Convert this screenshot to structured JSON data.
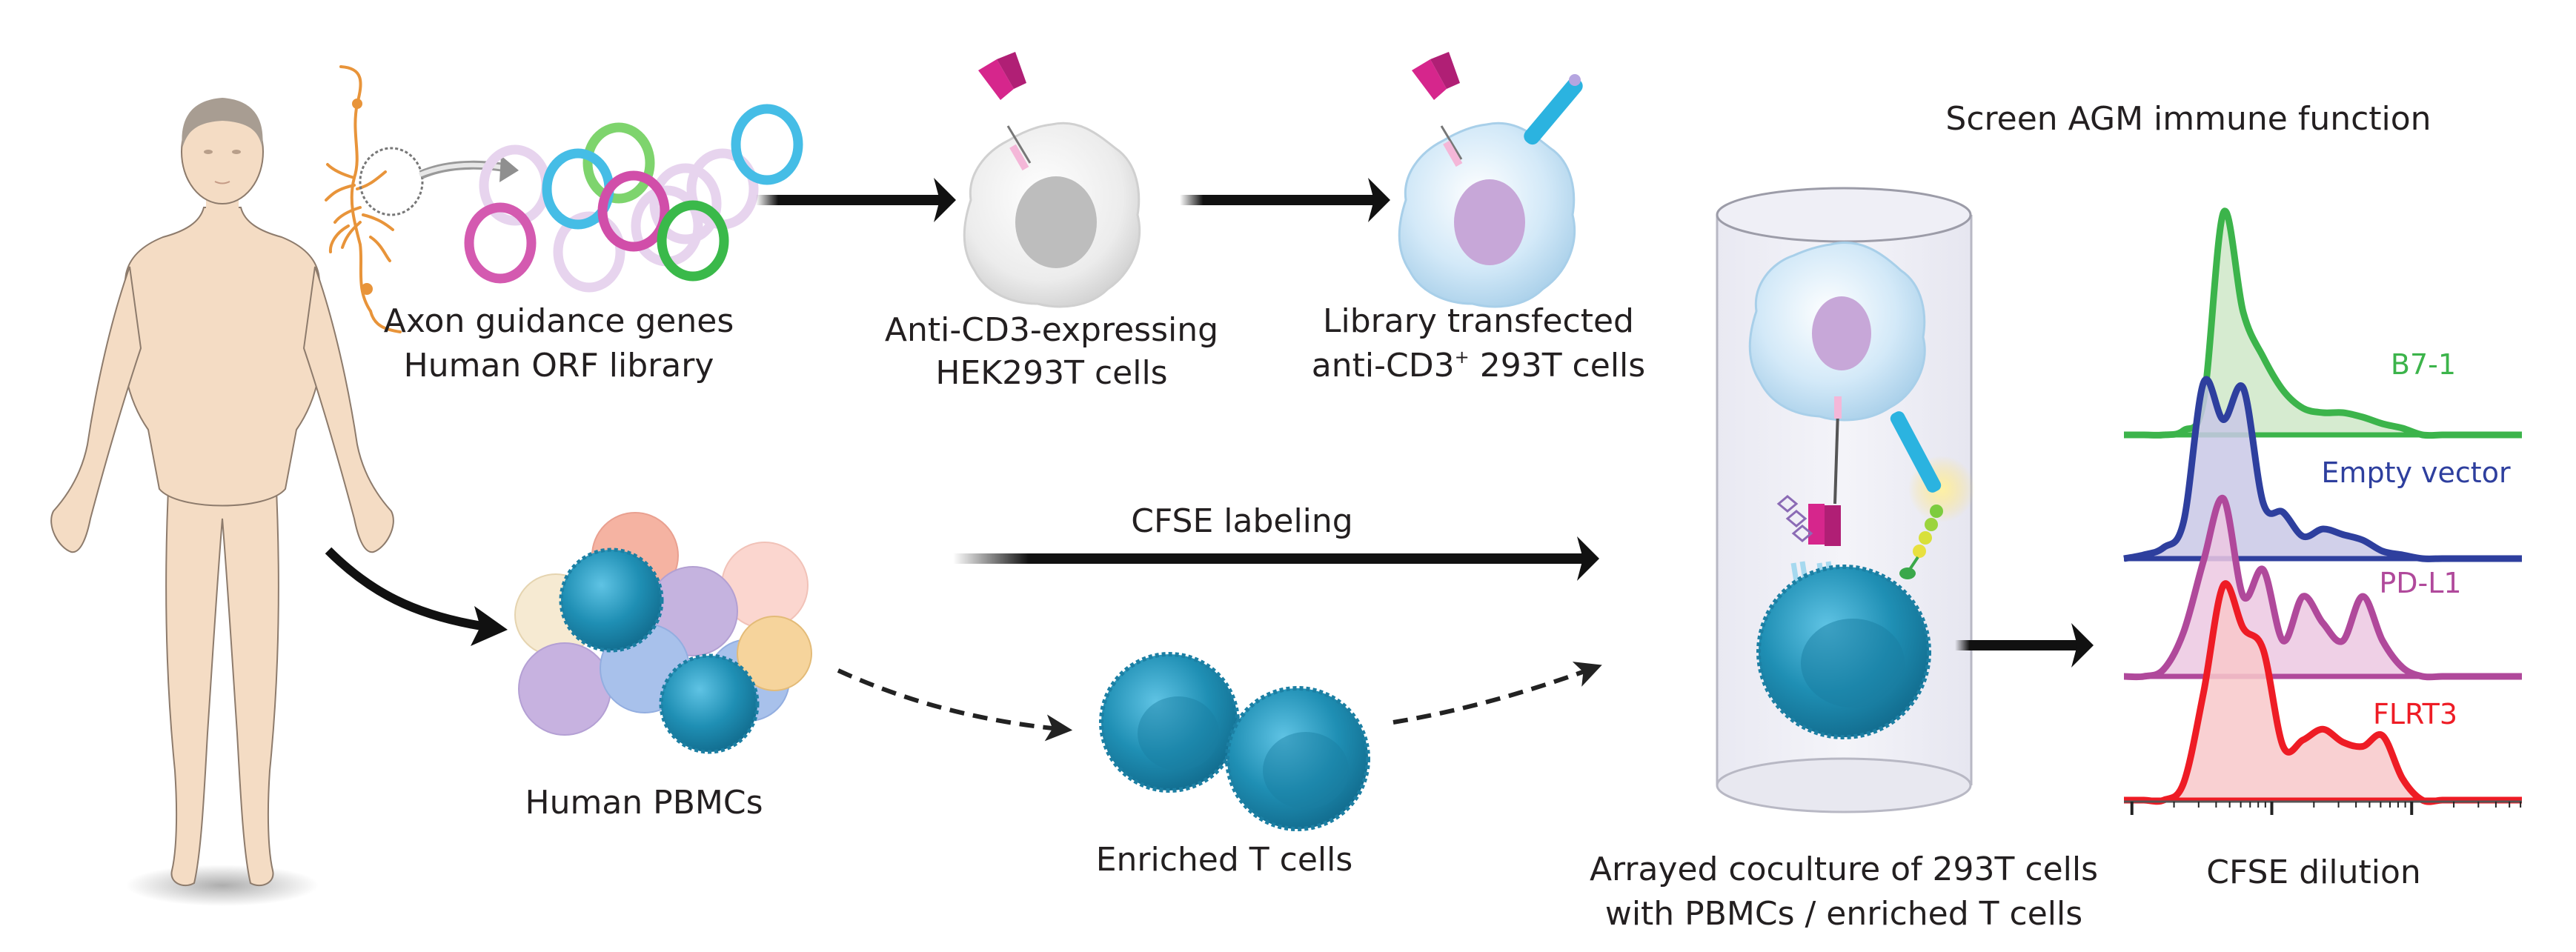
{
  "figure": {
    "title": "Screen AGM immune function",
    "steps": {
      "library": {
        "line1": "Axon guidance genes",
        "line2": "Human ORF library"
      },
      "hek": {
        "line1": "Anti-CD3-expressing",
        "line2": "HEK293T cells"
      },
      "transfected": {
        "line1": "Library transfected",
        "line2_prefix": "anti-CD3",
        "line2_sup": "+",
        "line2_suffix": " 293T cells"
      },
      "pbmcs": {
        "label": "Human PBMCs"
      },
      "cfse_labeling": {
        "label": "CFSE labeling"
      },
      "tcells": {
        "label": "Enriched T cells"
      },
      "coculture": {
        "line1": "Arrayed coculture of 293T cells",
        "line2": "with PBMCs / enriched T cells"
      }
    },
    "icons": {
      "human": "human-body-icon",
      "neuron": "neuron-icon",
      "plasmids": "plasmid-library-icon",
      "hek_cell": "hek293t-cell-icon",
      "transfected_cell": "transfected-cell-icon",
      "pbmc_cluster": "pbmc-cluster-icon",
      "t_cell": "t-cell-icon",
      "well": "culture-well-icon"
    },
    "colors": {
      "arrow": "#111111",
      "skin": "#f4dcc4",
      "tcell": "#1f8fb4",
      "hek_cell": "#ececec",
      "transfected_cell": "#cfe6f7",
      "nucleus_purple": "#c7a7d8",
      "anti_cd3": "#d6268c",
      "ligand": "#2bb3e0",
      "neuron": "#e8943a"
    }
  },
  "chart_data": {
    "type": "area",
    "title": "",
    "xlabel": "CFSE dilution",
    "ylabel": "",
    "x_scale": "log",
    "grid": false,
    "legend": "inline-right",
    "x": [
      0,
      0.05,
      0.1,
      0.15,
      0.2,
      0.25,
      0.3,
      0.35,
      0.4,
      0.45,
      0.5,
      0.55,
      0.6,
      0.65,
      0.7,
      0.75,
      0.8,
      0.85,
      0.9,
      0.95,
      1.0
    ],
    "series": [
      {
        "name": "B7-1",
        "color": "#3cb44b",
        "fill": "#cfe8c8",
        "values": [
          0,
          0,
          0,
          0.02,
          0.15,
          1.0,
          0.55,
          0.35,
          0.2,
          0.12,
          0.1,
          0.1,
          0.08,
          0.05,
          0.03,
          0,
          0,
          0,
          0,
          0,
          0
        ]
      },
      {
        "name": "Empty vector",
        "color": "#2e3f9e",
        "fill": "#c9c8e6",
        "values": [
          0,
          0.02,
          0.06,
          0.2,
          0.95,
          0.75,
          0.92,
          0.3,
          0.25,
          0.12,
          0.16,
          0.13,
          0.1,
          0.04,
          0.02,
          0,
          0,
          0,
          0,
          0,
          0
        ]
      },
      {
        "name": "PD-L1",
        "color": "#b0499b",
        "fill": "#ecc8e2",
        "values": [
          0,
          0,
          0.04,
          0.25,
          0.65,
          1.0,
          0.45,
          0.6,
          0.2,
          0.45,
          0.3,
          0.2,
          0.45,
          0.2,
          0.05,
          0,
          0,
          0,
          0,
          0,
          0
        ]
      },
      {
        "name": "FLRT3",
        "color": "#ee1c25",
        "fill": "#f8c8ca",
        "values": [
          0,
          0,
          0,
          0.08,
          0.5,
          1.0,
          0.8,
          0.7,
          0.25,
          0.28,
          0.33,
          0.27,
          0.25,
          0.3,
          0.1,
          0,
          0,
          0,
          0,
          0,
          0
        ]
      }
    ]
  }
}
